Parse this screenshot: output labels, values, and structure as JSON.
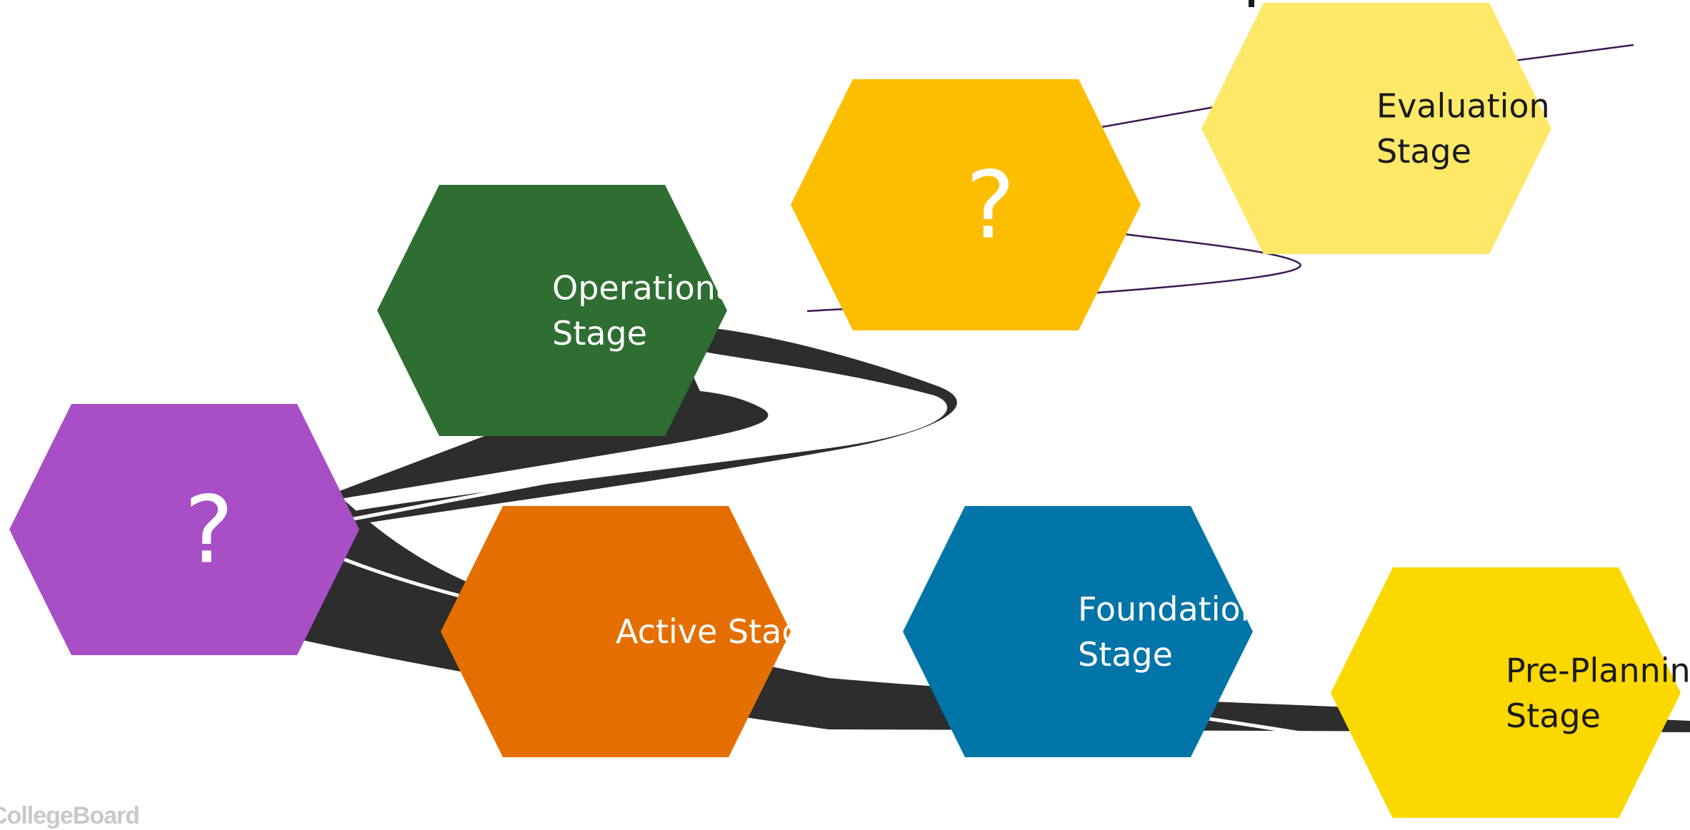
{
  "diagram": {
    "stages": [
      {
        "id": "mystery-purple",
        "label_lines": [
          "?"
        ],
        "fill": "#a84fc6",
        "text_color": "#ffffff",
        "kind": "question"
      },
      {
        "id": "operational",
        "label_lines": [
          "Operational",
          "Stage"
        ],
        "fill": "#2e6e33",
        "text_color": "#ffffff",
        "kind": "stage"
      },
      {
        "id": "mystery-orange",
        "label_lines": [
          "?"
        ],
        "fill": "#fdbd00",
        "text_color": "#ffffff",
        "kind": "question"
      },
      {
        "id": "evaluation",
        "label_lines": [
          "Evaluation",
          "Stage"
        ],
        "fill": "#fde868",
        "text_color": "#1a1a1a",
        "kind": "stage"
      },
      {
        "id": "active",
        "label_lines": [
          "Active Stage"
        ],
        "fill": "#e46f00",
        "text_color": "#ffffff",
        "kind": "stage"
      },
      {
        "id": "foundational",
        "label_lines": [
          "Foundational",
          "Stage"
        ],
        "fill": "#0174a8",
        "text_color": "#ffffff",
        "kind": "stage"
      },
      {
        "id": "pre-planning",
        "label_lines": [
          "Pre-Planning",
          "Stage"
        ],
        "fill": "#fbd800",
        "text_color": "#1a1a1a",
        "kind": "stage"
      }
    ],
    "road_color": "#2d2d2d",
    "road_line_color": "#ffffff",
    "path_line_color": "#3b1750"
  },
  "watermark": "CollegeBoard"
}
